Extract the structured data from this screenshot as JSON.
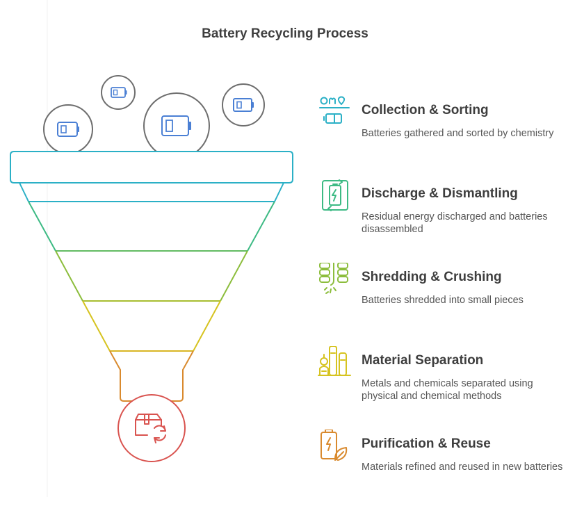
{
  "title": "Battery Recycling Process",
  "colors": {
    "stage1": "#2bb0c6",
    "stage2": "#3dba84",
    "stage3": "#8cbd3c",
    "stage4": "#d6c320",
    "stage5": "#d98a2e",
    "output": "#d9534f",
    "battery_icon": "#4a7fd4",
    "circle_outline": "#6e6e6e"
  },
  "steps": [
    {
      "title": "Collection & Sorting",
      "description": "Batteries gathered and sorted by chemistry",
      "icon": "sorting-icon"
    },
    {
      "title": "Discharge & Dismantling",
      "description": "Residual energy discharged and batteries disassembled",
      "icon": "battery-discharge-icon"
    },
    {
      "title": "Shredding & Crushing",
      "description": "Batteries shredded into small pieces",
      "icon": "shredder-icon"
    },
    {
      "title": "Material Separation",
      "description": "Metals and chemicals separated using physical and chemical methods",
      "icon": "factory-icon"
    },
    {
      "title": "Purification & Reuse",
      "description": "Materials refined and reused in new batteries",
      "icon": "eco-battery-icon"
    }
  ]
}
